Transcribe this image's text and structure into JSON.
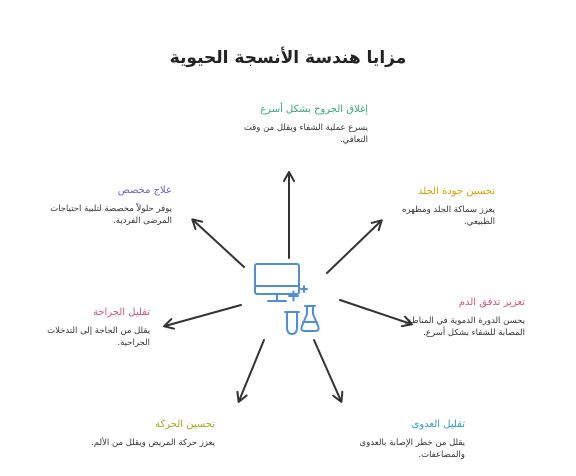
{
  "title": "مزايا هندسة الأنسجة الحيوية",
  "benefits": [
    {
      "heading": "إغلاق الجروح بشكل أسرع",
      "description": "يسرع عملية الشفاء ويقلل من وقت التعافي.",
      "color": "#3aa87a"
    },
    {
      "heading": "تحسين جودة الجلد",
      "description": "يعزز سماكة الجلد ومظهره الطبيعي.",
      "color": "#c9a400"
    },
    {
      "heading": "تعزيز تدفق الدم",
      "description": "يحسن الدورة الدموية في المناطق المصابة للشفاء بشكل أسرع.",
      "color": "#d2557a"
    },
    {
      "heading": "تقليل العدوى",
      "description": "يقلل من خطر الإصابة بالعدوى والمضاعفات.",
      "color": "#2e9fc4"
    },
    {
      "heading": "تحسين الحركة",
      "description": "يعزز حركة المريض ويقلل من الألم.",
      "color": "#a3a81c"
    },
    {
      "heading": "تقليل الجراحة",
      "description": "يقلل من الحاجة إلى التدخلات الجراحية.",
      "color": "#d8557e"
    },
    {
      "heading": "علاج مخصص",
      "description": "يوفر حلولاً مخصصة لتلبية احتياجات المرضى الفردية.",
      "color": "#6b63c9"
    }
  ],
  "center_icon": "computer-lab-flask-icon",
  "arrow_color": "#333333",
  "icon_color": "#4f8fd6"
}
